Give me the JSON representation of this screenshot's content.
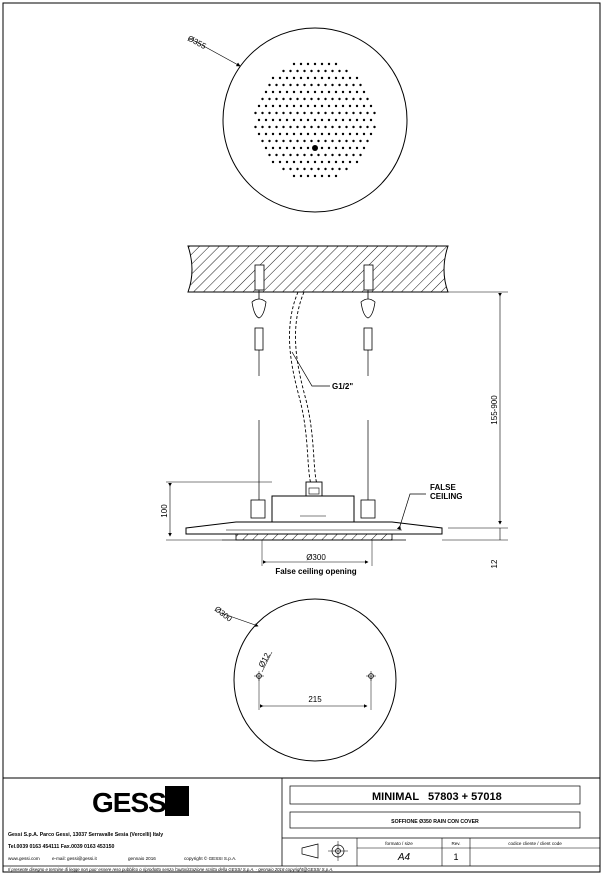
{
  "dimensions": {
    "top_diameter": "Ø355",
    "pipe_thread": "G1/2\"",
    "install_height": "155-900",
    "body_height": "100",
    "plate_thickness": "12",
    "opening_diameter": "Ø300",
    "opening_caption": "False ceiling opening",
    "bottom_diameter": "Ø300",
    "hole_diameter": "Ø12",
    "hole_spacing": "215"
  },
  "labels": {
    "false_ceiling_line1": "FALSE",
    "false_ceiling_line2": "CEILING"
  },
  "title_block": {
    "logo": "GESSI",
    "company": "Gessi S.p.A. Parco Gessi, 13037 Serravalle Sesia (Vercelli) Italy",
    "phone": "Tel.0039 0163 454111 Fax.0039 0163 453150",
    "web": "www.gessi.com",
    "email": "e-mail: gessi@gessi.it",
    "date": "gennaio 2016",
    "copyright": "copyright © GESSI S.p.A.",
    "product_name": "MINIMAL",
    "product_code": "57803 + 57018",
    "product_desc": "SOFFIONE Ø350 RAIN CON COVER",
    "format_label": "formato / size",
    "format_value": "A4",
    "rev_label": "Rev.",
    "rev_value": "1",
    "client_code_label": "codice cliente / client code",
    "footer": "Il presente disegno e termine di legge non puo' essere reso pubblico o riprodotto senza l'autorizzazione scritta della GESSI S.p.A. - gennaio 2016 copyright@GESSI S.p.A."
  }
}
